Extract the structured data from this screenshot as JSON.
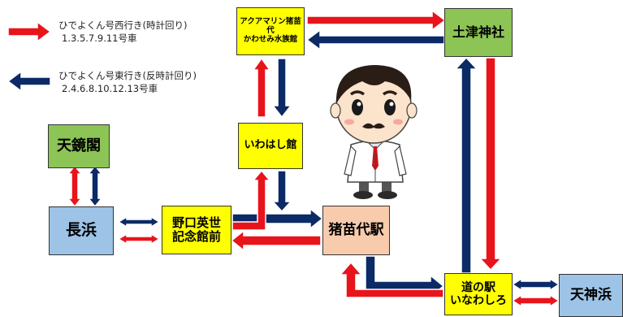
{
  "legend": [
    {
      "line1": "ひでよくん号西行き(時計回り)",
      "line2": "1.3.5.7.9.11号車",
      "color": "#e8141b",
      "direction": "right"
    },
    {
      "line1": "ひでよくん号東行き(反時計回り)",
      "line2": "2.4.6.8.10.12.13号車",
      "color": "#0b2a66",
      "direction": "left"
    }
  ],
  "stations": {
    "tenkyokaku": "天鏡閣",
    "nagahama": "長浜",
    "noguchi": "野口英世\n記念館前",
    "aquamarine": "アクアマリン猪苗代\nかわせみ水族館",
    "iwahashi": "いわはし館",
    "inawashiro_station": "猪苗代駅",
    "hanitsu": "土津神社",
    "michinoeki": "道の駅\nいなわしろ",
    "tenjinhama": "天神浜"
  },
  "colors": {
    "red": "#e8141b",
    "navy": "#0b2a66",
    "green_node": "#8cc455",
    "yellow_node": "#ffff00",
    "blue_node": "#9dc3e6",
    "peach_node": "#f8cbad"
  },
  "mascot_icon": "scientist-mascot-icon"
}
